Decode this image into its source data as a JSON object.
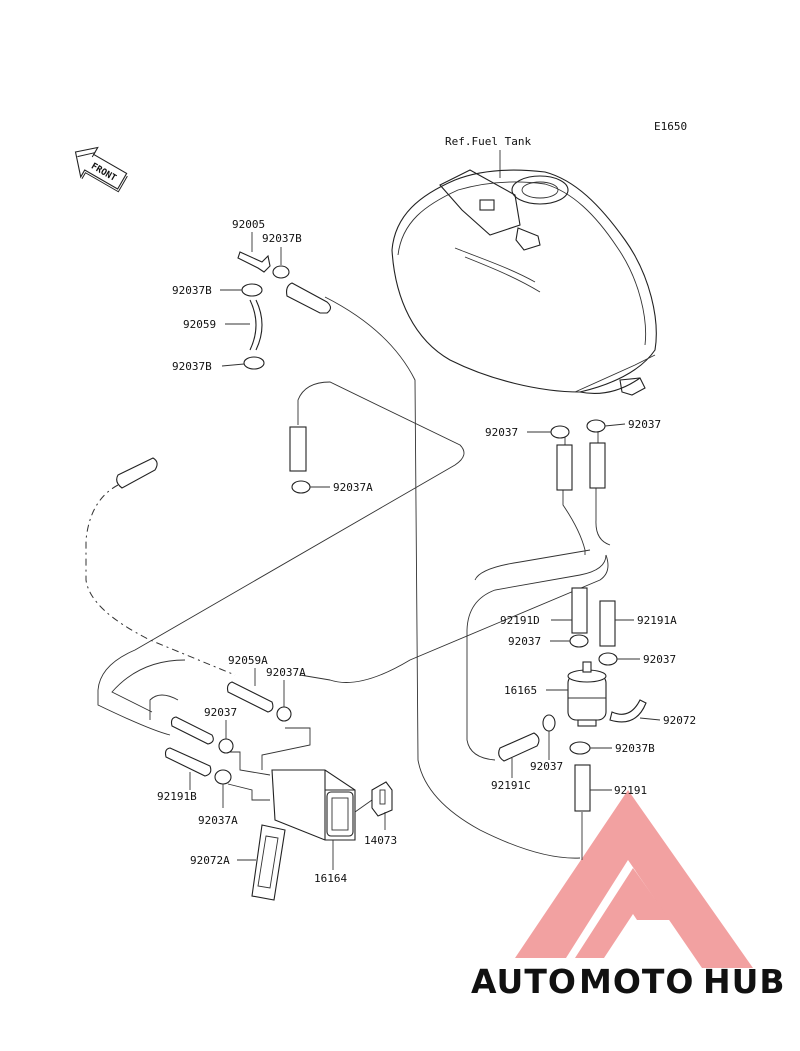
{
  "diagram_code": "E1650",
  "front_label": "FRONT",
  "ref_label": "Ref.Fuel Tank",
  "parts": {
    "p92005": "92005",
    "p92037B_top": "92037B",
    "p92037B_l1": "92037B",
    "p92059": "92059",
    "p92037B_l2": "92037B",
    "p92037A_mid": "92037A",
    "p92037_left": "92037",
    "p92037_right": "92037",
    "p92191D": "92191D",
    "p92191A": "92191A",
    "p92037_r2": "92037",
    "p92037_r3": "92037",
    "p16165": "16165",
    "p92072": "92072",
    "p92037B_r": "92037B",
    "p92037_low": "92037",
    "p92191C": "92191C",
    "p92191": "92191",
    "p92059A": "92059A",
    "p92037A_r": "92037A",
    "p92037_l3": "92037",
    "p92191B": "92191B",
    "p92037A_low": "92037A",
    "p14073": "14073",
    "p92072A": "92072A",
    "p16164": "16164"
  },
  "watermark": {
    "part1": "AUTO",
    "part2": "MOTO",
    "part3": "HUB",
    "color1": "#f5b48a",
    "color2": "#f08a8a",
    "color3": "#8a8a8a",
    "logo_color": "#f08a8a"
  }
}
